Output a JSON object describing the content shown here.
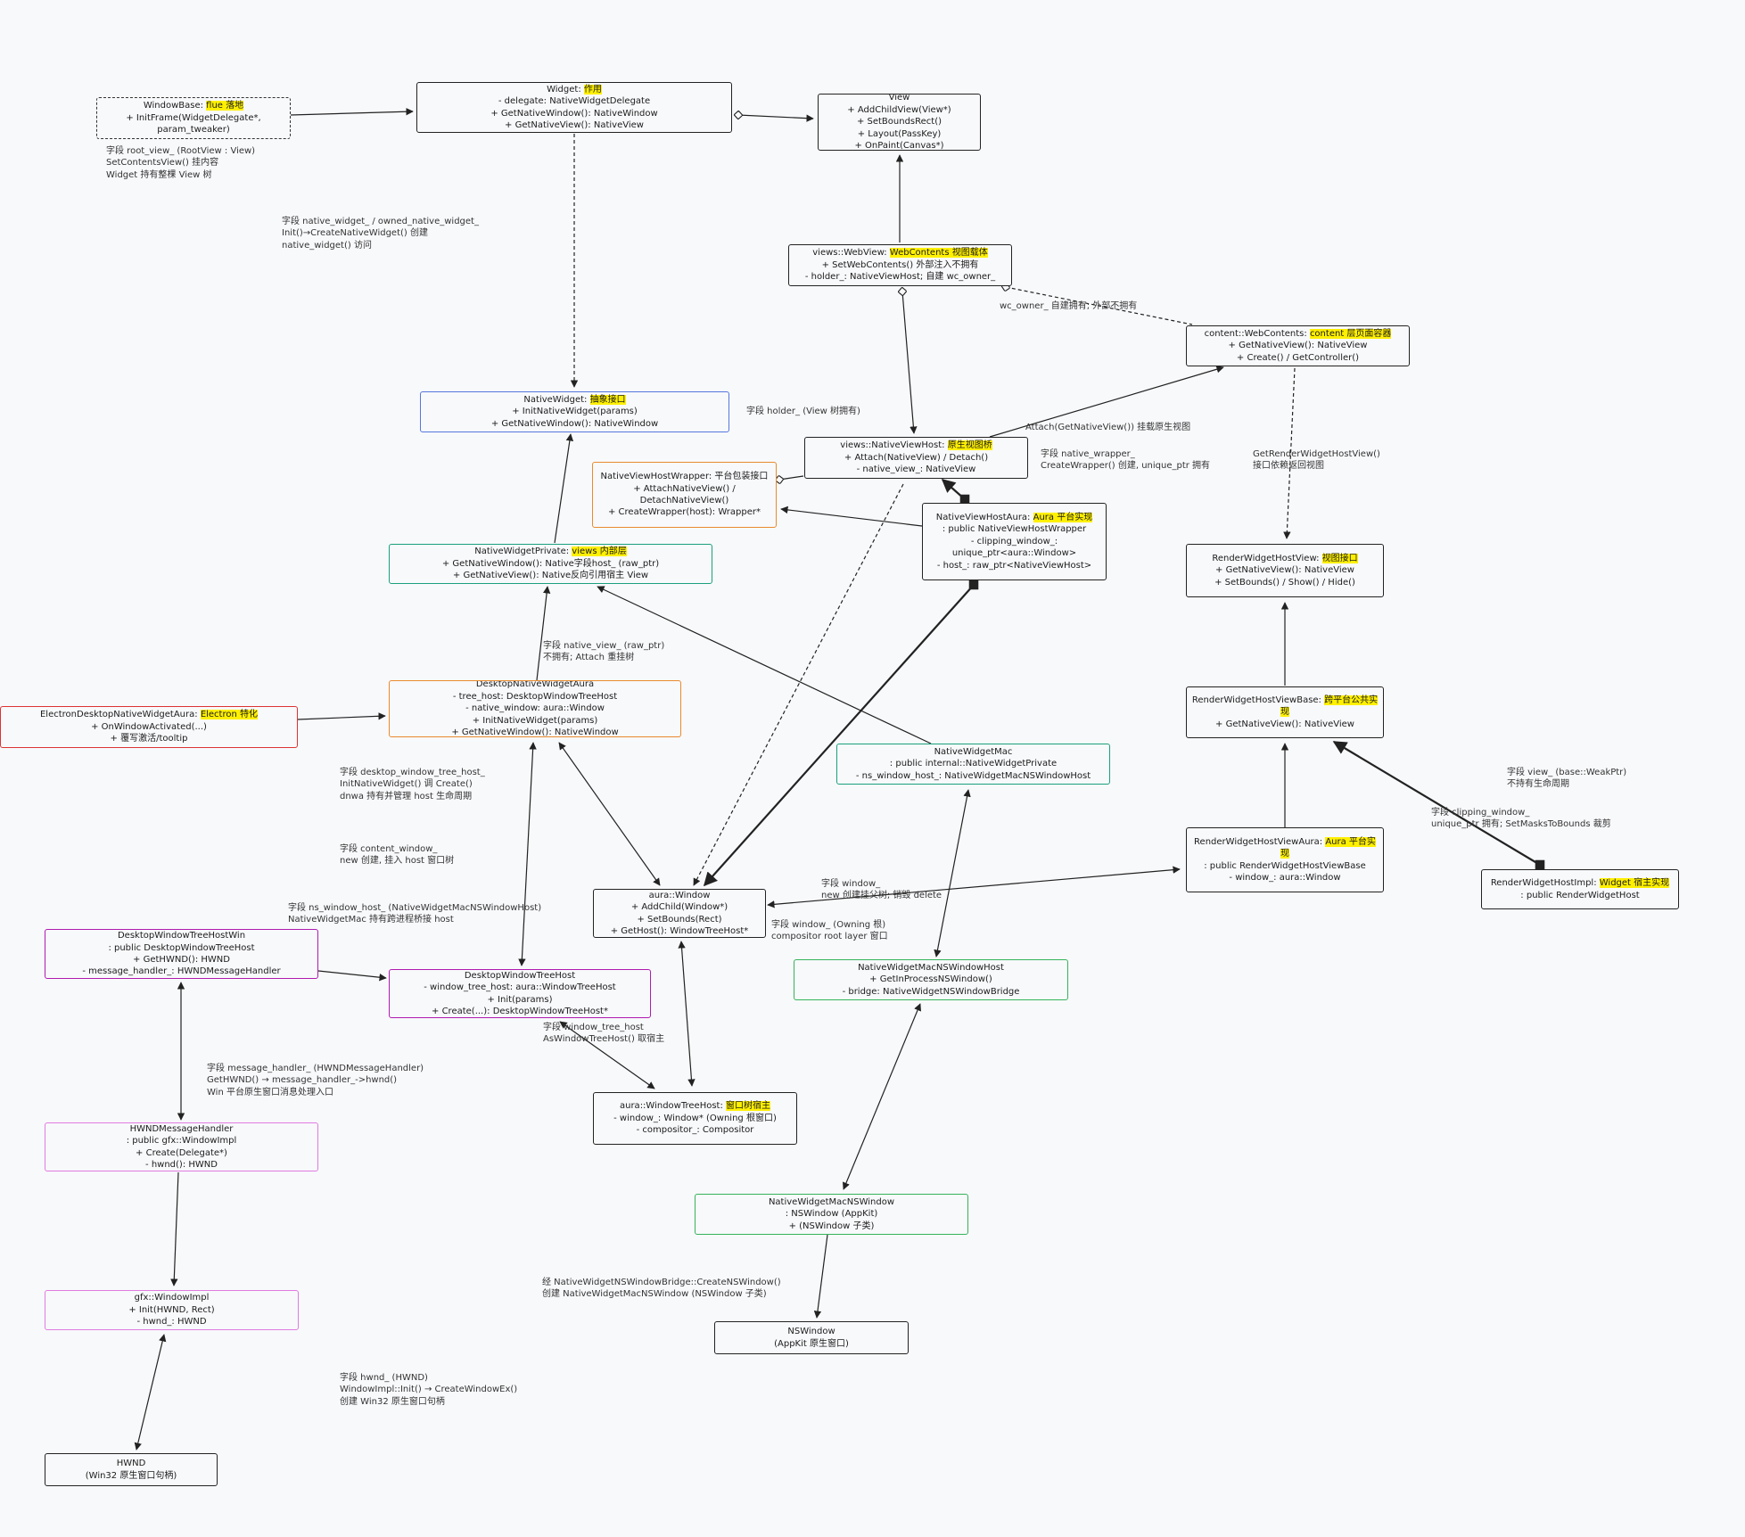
{
  "nodes": {
    "window_base": {
      "title": "WindowBase: ",
      "hl": "flue 落地",
      "lines": [
        "+ InitFrame(WidgetDelegate*,",
        "param_tweaker)"
      ]
    },
    "widget": {
      "title": "Widget: ",
      "hl": "作用",
      "lines": [
        "- delegate: NativeWidgetDelegate",
        "+ GetNativeWindow(): NativeWindow",
        "+ GetNativeView(): NativeView"
      ]
    },
    "view": {
      "title": "View",
      "hl": "",
      "lines": [
        "+ AddChildView(View*)",
        "+ SetBoundsRect()",
        "+ Layout(PassKey)",
        "+ OnPaint(Canvas*)"
      ]
    },
    "webview": {
      "title": "views::WebView: ",
      "hl": "WebContents 视图载体",
      "lines": [
        "+ SetWebContents() 外部注入不拥有",
        "- holder_: NativeViewHost; 自建 wc_owner_"
      ]
    },
    "webcontents": {
      "title": "content::WebContents: ",
      "hl": "content 层页面容器",
      "lines": [
        "+ GetNativeView(): NativeView",
        "+ Create() / GetController()"
      ]
    },
    "native_widget": {
      "title": "NativeWidget: ",
      "hl": "抽象接口",
      "lines": [
        "+ InitNativeWidget(params)",
        "+ GetNativeWindow(): NativeWindow"
      ]
    },
    "nvh": {
      "title": "views::NativeViewHost: ",
      "hl": "原生视图桥",
      "lines": [
        "+ Attach(NativeView) / Detach()",
        "- native_view_: NativeView"
      ]
    },
    "nvh_wrapper": {
      "title": "NativeViewHostWrapper: 平台包装接口",
      "hl": "",
      "lines": [
        "+ AttachNativeView() /",
        "DetachNativeView()",
        "+ CreateWrapper(host): Wrapper*"
      ]
    },
    "nvh_aura": {
      "title": "NativeViewHostAura: ",
      "hl": "Aura 平台实现",
      "lines": [
        ": public NativeViewHostWrapper",
        "- clipping_window_:",
        "unique_ptr<aura::Window>",
        "- host_: raw_ptr<NativeViewHost>"
      ]
    },
    "nw_private": {
      "title": "NativeWidgetPrivate: ",
      "hl": "views 内部层",
      "lines": [
        "+ GetNativeWindow(): Native字段host_ (raw_ptr)",
        "+ GetNativeView(): Native反向引用宿主 View"
      ]
    },
    "rwhv": {
      "title": "RenderWidgetHostView: ",
      "hl": "视图接口",
      "lines": [
        "+ GetNativeView(): NativeView",
        "+ SetBounds() / Show() / Hide()"
      ]
    },
    "dnwa": {
      "title": "DesktopNativeWidgetAura",
      "hl": "",
      "lines": [
        "- tree_host: DesktopWindowTreeHost",
        "- native_window: aura::Window",
        "+ InitNativeWidget(params)",
        "+ GetNativeWindow(): NativeWindow"
      ]
    },
    "electron": {
      "title": "ElectronDesktopNativeWidgetAura: ",
      "hl": "Electron 特化",
      "lines": [
        "+ OnWindowActivated(...)",
        "+ 覆写激活/tooltip"
      ]
    },
    "rwhvb": {
      "title": "RenderWidgetHostViewBase: ",
      "hl": "跨平台公共实现",
      "lines": [
        "+ GetNativeView(): NativeView"
      ]
    },
    "nwmac": {
      "title": "NativeWidgetMac",
      "hl": "",
      "lines": [
        ": public internal::NativeWidgetPrivate",
        "- ns_window_host_: NativeWidgetMacNSWindowHost"
      ]
    },
    "rwhva": {
      "title": "RenderWidgetHostViewAura: ",
      "hl": "Aura 平台实现",
      "lines": [
        ": public RenderWidgetHostViewBase",
        "- window_: aura::Window"
      ]
    },
    "rwhi": {
      "title": "RenderWidgetHostImpl: ",
      "hl": "Widget 宿主实现",
      "lines": [
        ": public RenderWidgetHost"
      ]
    },
    "aura_window": {
      "title": "aura::Window",
      "hl": "",
      "lines": [
        "+ AddChild(Window*)",
        "+ SetBounds(Rect)",
        "+ GetHost(): WindowTreeHost*"
      ]
    },
    "dwth_win": {
      "title": "DesktopWindowTreeHostWin",
      "hl": "",
      "lines": [
        ": public DesktopWindowTreeHost",
        "+ GetHWND(): HWND",
        "- message_handler_: HWNDMessageHandler"
      ]
    },
    "dwth": {
      "title": "DesktopWindowTreeHost",
      "hl": "",
      "lines": [
        "- window_tree_host: aura::WindowTreeHost",
        "+ Init(params)",
        "+ Create(...): DesktopWindowTreeHost*"
      ]
    },
    "nwmac_host": {
      "title": "NativeWidgetMacNSWindowHost",
      "hl": "",
      "lines": [
        "+ GetInProcessNSWindow()",
        "- bridge: NativeWidgetNSWindowBridge"
      ]
    },
    "wth": {
      "title": "aura::WindowTreeHost: ",
      "hl": "窗口树宿主",
      "lines": [
        "- window_: Window* (Owning 根窗口)",
        "- compositor_: Compositor"
      ]
    },
    "hwnd_handler": {
      "title": "HWNDMessageHandler",
      "hl": "",
      "lines": [
        ": public gfx::WindowImpl",
        "+ Create(Delegate*)",
        "- hwnd(): HWND"
      ]
    },
    "nwmac_nswin": {
      "title": "NativeWidgetMacNSWindow",
      "hl": "",
      "lines": [
        ": NSWindow (AppKit)",
        "+ (NSWindow 子类)"
      ]
    },
    "window_impl": {
      "title": "gfx::WindowImpl",
      "hl": "",
      "lines": [
        "+ Init(HWND, Rect)",
        "- hwnd_: HWND"
      ]
    },
    "nswindow": {
      "title": "NSWindow",
      "hl": "",
      "lines": [
        "(AppKit 原生窗口)"
      ]
    },
    "hwnd": {
      "title": "HWND",
      "hl": "",
      "lines": [
        "(Win32 原生窗口句柄)"
      ]
    }
  },
  "labels": [
    {
      "id": "root_view",
      "lines": [
        "字段 root_view_ (RootView : View)",
        "SetContentsView() 挂内容",
        "Widget 持有整棵 View 树"
      ]
    },
    {
      "id": "native_widget_field",
      "lines": [
        "字段 native_widget_ / owned_native_widget_",
        "Init()→CreateNativeWidget() 创建",
        "native_widget() 访问"
      ]
    },
    {
      "id": "wc_owner",
      "lines": [
        "wc_owner_ 自建拥有; 外部不拥有"
      ]
    },
    {
      "id": "holder",
      "lines": [
        "字段 holder_ (View 树拥有)"
      ]
    },
    {
      "id": "attach",
      "lines": [
        "Attach(GetNativeView()) 挂载原生视图"
      ]
    },
    {
      "id": "native_wrapper",
      "lines": [
        "字段 native_wrapper_",
        "CreateWrapper() 创建, unique_ptr 拥有"
      ]
    },
    {
      "id": "get_rwhv",
      "lines": [
        "GetRenderWidgetHostView()",
        "接口依赖返回视图"
      ]
    },
    {
      "id": "native_view",
      "lines": [
        "字段 native_view_ (raw_ptr)",
        "不拥有; Attach 重挂树"
      ]
    },
    {
      "id": "desktop_wth",
      "lines": [
        "字段 desktop_window_tree_host_",
        "InitNativeWidget() 调 Create()",
        "dnwa 持有并管理 host 生命周期"
      ]
    },
    {
      "id": "content_window",
      "lines": [
        "字段 content_window_",
        "new 创建, 挂入 host 窗口树"
      ]
    },
    {
      "id": "ns_window_host",
      "lines": [
        "字段 ns_window_host_ (NativeWidgetMacNSWindowHost)",
        "NativeWidgetMac 持有跨进程桥接 host"
      ]
    },
    {
      "id": "window_new",
      "lines": [
        "字段 window_",
        "new 创建挂父树; 销毁 delete"
      ]
    },
    {
      "id": "window_owning",
      "lines": [
        "字段 window_ (Owning 根)",
        "compositor root layer 窗口"
      ]
    },
    {
      "id": "view_weak",
      "lines": [
        "字段 view_ (base::WeakPtr)",
        "不持有生命周期"
      ]
    },
    {
      "id": "clipping",
      "lines": [
        "字段 clipping_window_",
        "unique_ptr 拥有; SetMasksToBounds 裁剪"
      ]
    },
    {
      "id": "window_tree_host",
      "lines": [
        "字段 window_tree_host",
        "AsWindowTreeHost() 取宿主"
      ]
    },
    {
      "id": "message_handler",
      "lines": [
        "字段 message_handler_ (HWNDMessageHandler)",
        "GetHWND() → message_handler_->hwnd()",
        "Win 平台原生窗口消息处理入口"
      ]
    },
    {
      "id": "bridge",
      "lines": [
        "经 NativeWidgetNSWindowBridge::CreateNSWindow()",
        "创建 NativeWidgetMacNSWindow (NSWindow 子类)"
      ]
    },
    {
      "id": "hwnd_field",
      "lines": [
        "字段 hwnd_ (HWND)",
        "WindowImpl::Init() → CreateWindowEx()",
        "创建 Win32 原生窗口句柄"
      ]
    }
  ]
}
